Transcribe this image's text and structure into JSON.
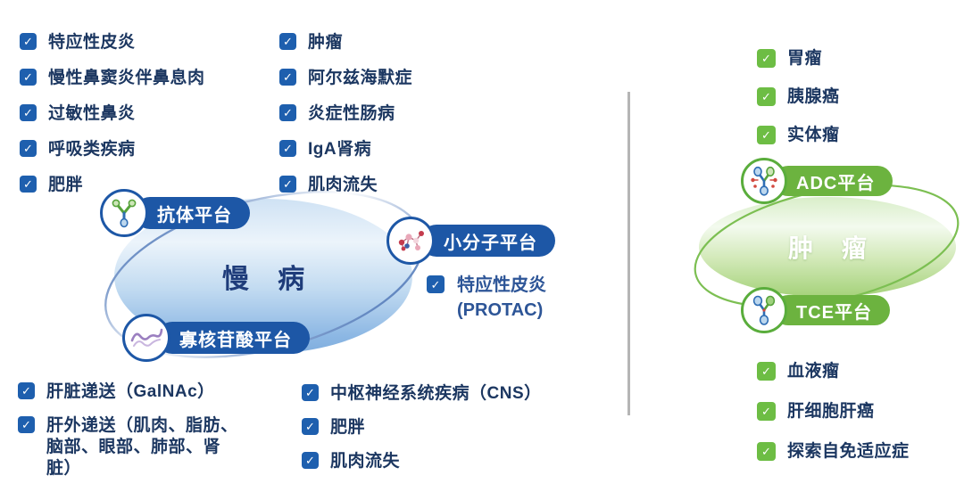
{
  "colors": {
    "navy_text": "#1c3761",
    "blue_checkbox": "#1e5fae",
    "blue_pill": "#1d57a6",
    "green_checkbox": "#6dbd44",
    "green_pill": "#6cb33f",
    "note_blue": "#2d5597",
    "divider_gray": "#b5b5b5",
    "chronic_label_color": "#1e3c7a",
    "oncology_label_color": "#ffffff"
  },
  "icons": {
    "check": "✓",
    "antibody": "antibody-icon",
    "small_molecule": "molecule-icon",
    "oligonucleotide": "oligo-strand-icon",
    "adc": "adc-antibody-icon",
    "tce": "tce-antibody-icon"
  },
  "chronic": {
    "label": "慢 病",
    "list_top_left": [
      "特应性皮炎",
      "慢性鼻窦炎伴鼻息肉",
      "过敏性鼻炎",
      "呼吸类疾病",
      "肥胖"
    ],
    "list_top_mid": [
      "肿瘤",
      "阿尔兹海默症",
      "炎症性肠病",
      "IgA肾病",
      "肌肉流失"
    ],
    "platforms": {
      "antibody": "抗体平台",
      "small_molecule": "小分子平台",
      "oligonucleotide": "寡核苷酸平台"
    },
    "small_molecule_indication": {
      "line1": "特应性皮炎",
      "line2": "(PROTAC)"
    },
    "list_bottom_left": [
      "肝脏递送（GalNAc）",
      "肝外递送（肌肉、脂肪、脑部、眼部、肺部、肾脏）"
    ],
    "list_bottom_mid": [
      "中枢神经系统疾病（CNS）",
      "肥胖",
      "肌肉流失"
    ]
  },
  "oncology": {
    "label": "肿 瘤",
    "list_top": [
      "胃瘤",
      "胰腺癌",
      "实体瘤"
    ],
    "platforms": {
      "adc": "ADC平台",
      "tce": "TCE平台"
    },
    "list_bottom": [
      "血液瘤",
      "肝细胞肝癌",
      "探索自免适应症"
    ]
  }
}
